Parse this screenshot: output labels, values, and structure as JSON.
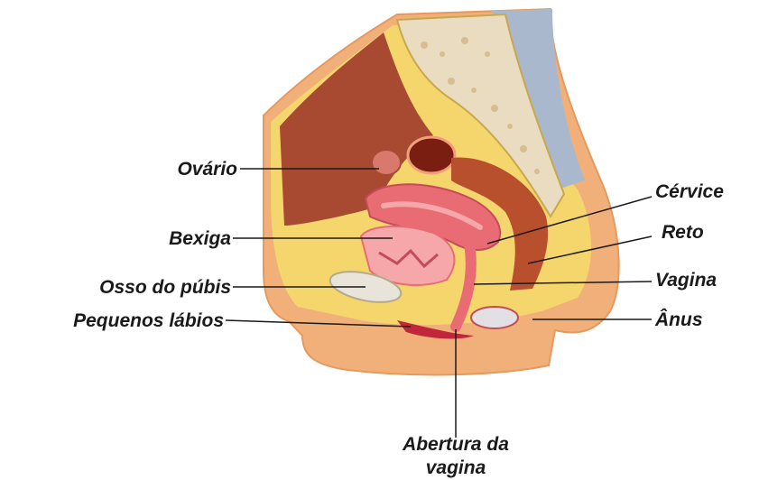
{
  "labels": {
    "ovario": "Ovário",
    "bexiga": "Bexiga",
    "osso_pubis": "Osso do púbis",
    "pequenos_labios": "Pequenos lábios",
    "cervice": "Cérvice",
    "reto": "Reto",
    "vagina": "Vagina",
    "anus": "Ânus",
    "abertura_line1": "Abertura da",
    "abertura_line2": "vagina"
  },
  "colors": {
    "skin": "#f1b07a",
    "skin_shadow": "#e6995e",
    "fat": "#f4d66c",
    "cavity": "#a84a32",
    "uterus": "#e96b73",
    "uterus_light": "#f6a7a9",
    "rectum": "#b8502e",
    "bone": "#e9dcc0",
    "spine_blue": "#a9b8cc",
    "leader_line": "#1a1a1a"
  }
}
